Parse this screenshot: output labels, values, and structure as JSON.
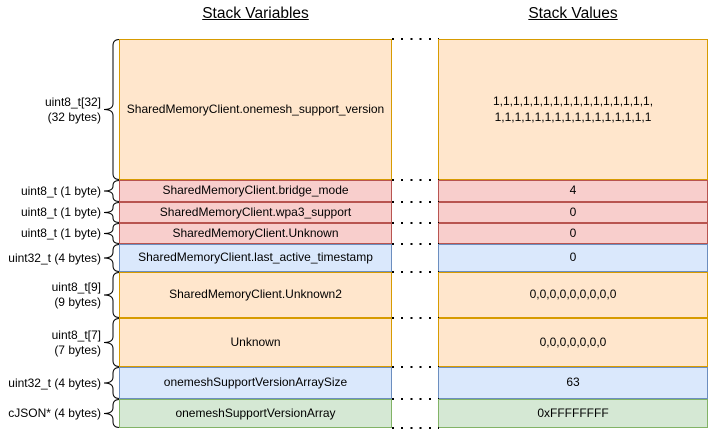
{
  "headers": {
    "variables": "Stack Variables",
    "values": "Stack Values"
  },
  "palette": {
    "orange": {
      "fill": "#FFE6CC",
      "stroke": "#D79B00"
    },
    "red": {
      "fill": "#F8CECC",
      "stroke": "#B85450"
    },
    "blue": {
      "fill": "#DAE8FC",
      "stroke": "#6C8EBF"
    },
    "green": {
      "fill": "#D5E8D4",
      "stroke": "#82B366"
    }
  },
  "rows": [
    {
      "type": "uint8_t[32]\n(32 bytes)",
      "variable": "SharedMemoryClient.onemesh_support_version",
      "value": "1,1,1,1,1,1,1,1,1,1,1,1,1,1,1,1,\n1,1,1,1,1,1,1,1,1,1,1,1,1,1,1,1",
      "color": "orange"
    },
    {
      "type": "uint8_t (1 byte)",
      "variable": "SharedMemoryClient.bridge_mode",
      "value": "4",
      "color": "red"
    },
    {
      "type": "uint8_t (1 byte)",
      "variable": "SharedMemoryClient.wpa3_support",
      "value": "0",
      "color": "red"
    },
    {
      "type": "uint8_t (1 byte)",
      "variable": "SharedMemoryClient.Unknown",
      "value": "0",
      "color": "red"
    },
    {
      "type": "uint32_t (4 bytes)",
      "variable": "SharedMemoryClient.last_active_timestamp",
      "value": "0",
      "color": "blue"
    },
    {
      "type": "uint8_t[9]\n(9 bytes)",
      "variable": "SharedMemoryClient.Unknown2",
      "value": "0,0,0,0,0,0,0,0,0",
      "color": "orange"
    },
    {
      "type": "uint8_t[7]\n(7 bytes)",
      "variable": "Unknown",
      "value": "0,0,0,0,0,0,0",
      "color": "orange"
    },
    {
      "type": "uint32_t (4 bytes)",
      "variable": "onemeshSupportVersionArraySize",
      "value": "63",
      "color": "blue"
    },
    {
      "type": "cJSON* (4 bytes)",
      "variable": "onemeshSupportVersionArray",
      "value": "0xFFFFFFFF",
      "color": "green"
    }
  ]
}
